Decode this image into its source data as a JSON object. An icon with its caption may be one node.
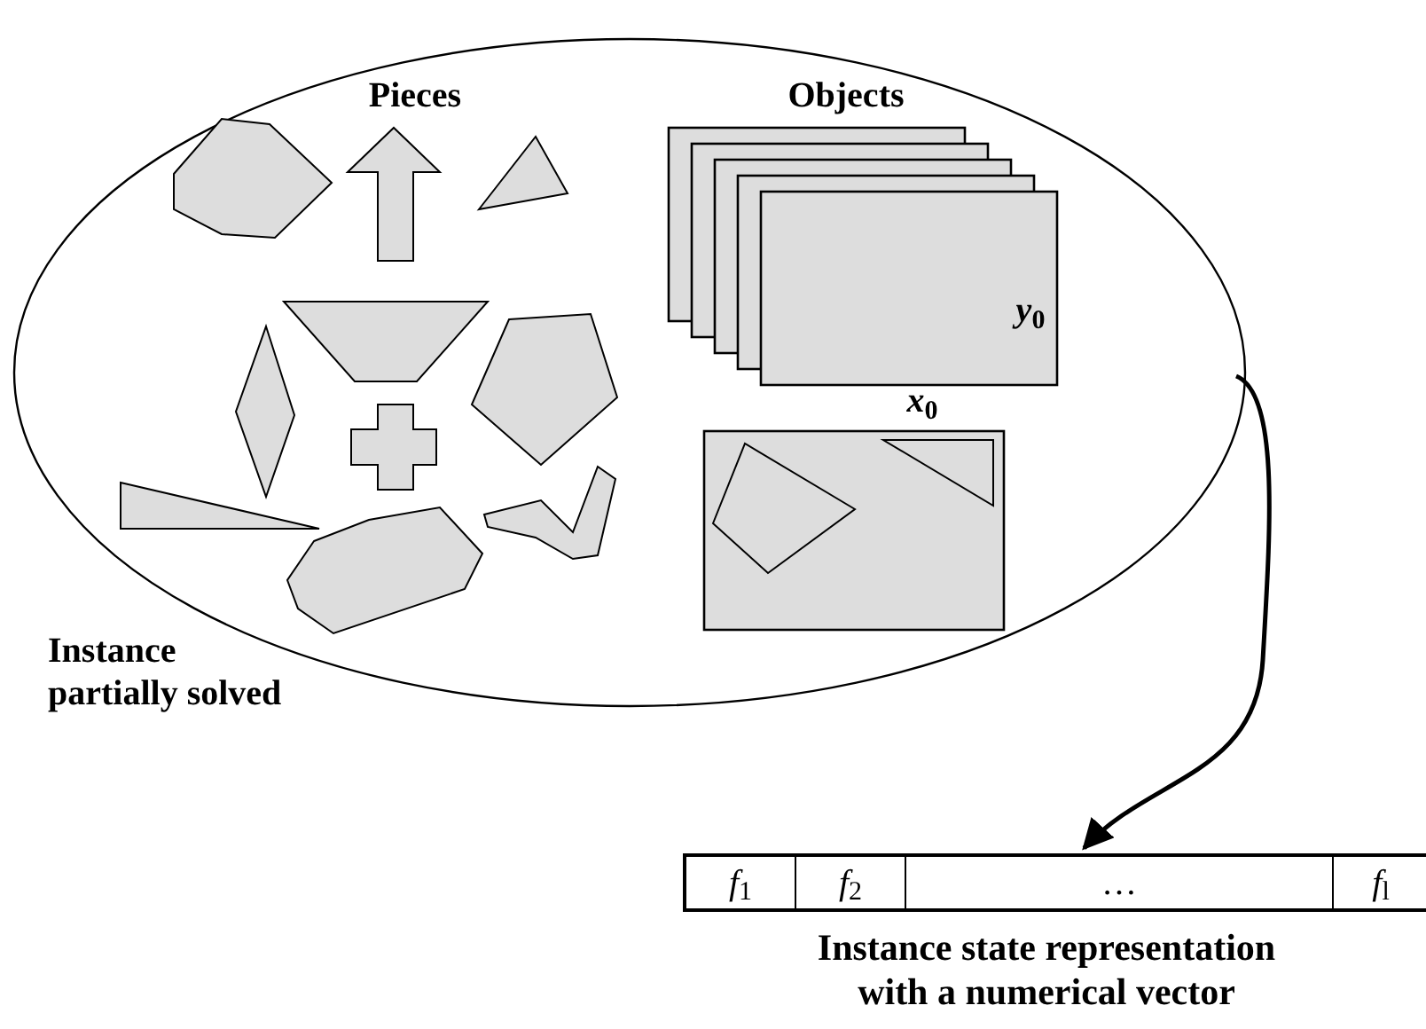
{
  "diagram": {
    "nodes": [
      {
        "text": [
          "Instance partially solved"
        ]
      },
      {
        "text": [],
        "shape": "box",
        "beside": [
          "Instance state representation with a numerical vector"
        ]
      },
      {
        "text": [
          "*f*$_{1}$"
        ],
        "in": 1
      },
      {
        "text": [
          "*f*$_{2}$"
        ],
        "in": 1
      },
      {
        "text": [
          "…"
        ],
        "in": 1
      },
      {
        "text": [
          "*f*$_{l}$"
        ],
        "in": 1
      }
    ],
    "edges": [
      {
        "from": 0,
        "to": 1,
        "arrow": "to"
      }
    ],
    "labels": [
      "Pieces",
      "Objects",
      "*y*$_{0}$",
      "*x*$_{0}$"
    ]
  }
}
